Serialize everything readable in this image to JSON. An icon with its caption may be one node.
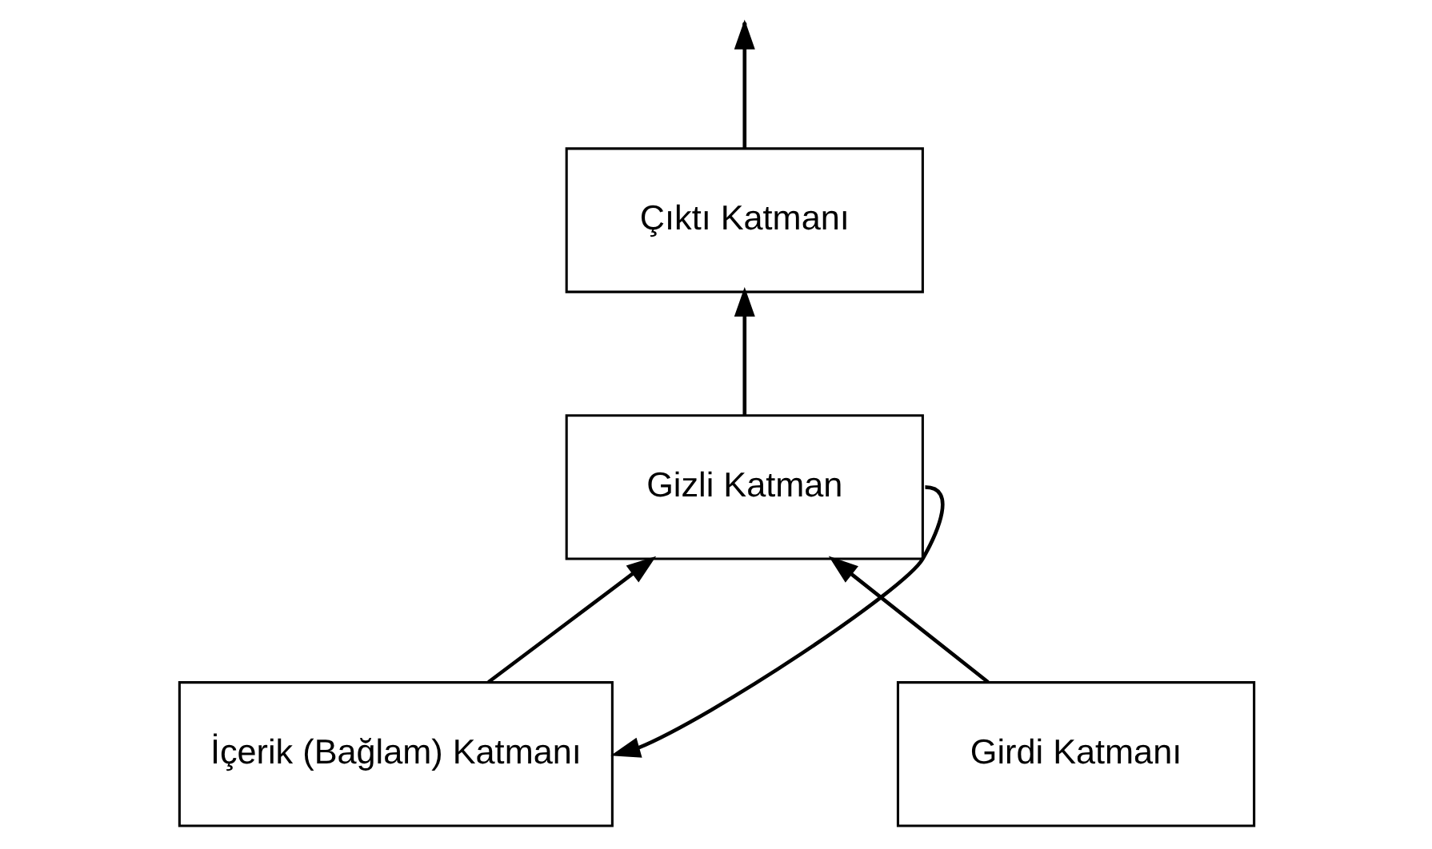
{
  "diagram": {
    "nodes": [
      {
        "text": [
          "Çıktı Katmanı"
        ]
      },
      {
        "text": [
          "Gizli Katman"
        ]
      },
      {
        "text": [
          "Girdi Katmanı"
        ]
      },
      {
        "text": [
          "İçerik (Bağlam) Katmanı"
        ]
      }
    ],
    "edges": [
      {
        "from": 0,
        "to": null,
        "arrow": "to"
      },
      {
        "from": 1,
        "to": 0,
        "arrow": "to"
      },
      {
        "from": 2,
        "to": 1,
        "arrow": "to"
      },
      {
        "from": 3,
        "to": 1,
        "arrow": "to"
      },
      {
        "from": 1,
        "to": 3,
        "arrow": "to"
      }
    ]
  }
}
